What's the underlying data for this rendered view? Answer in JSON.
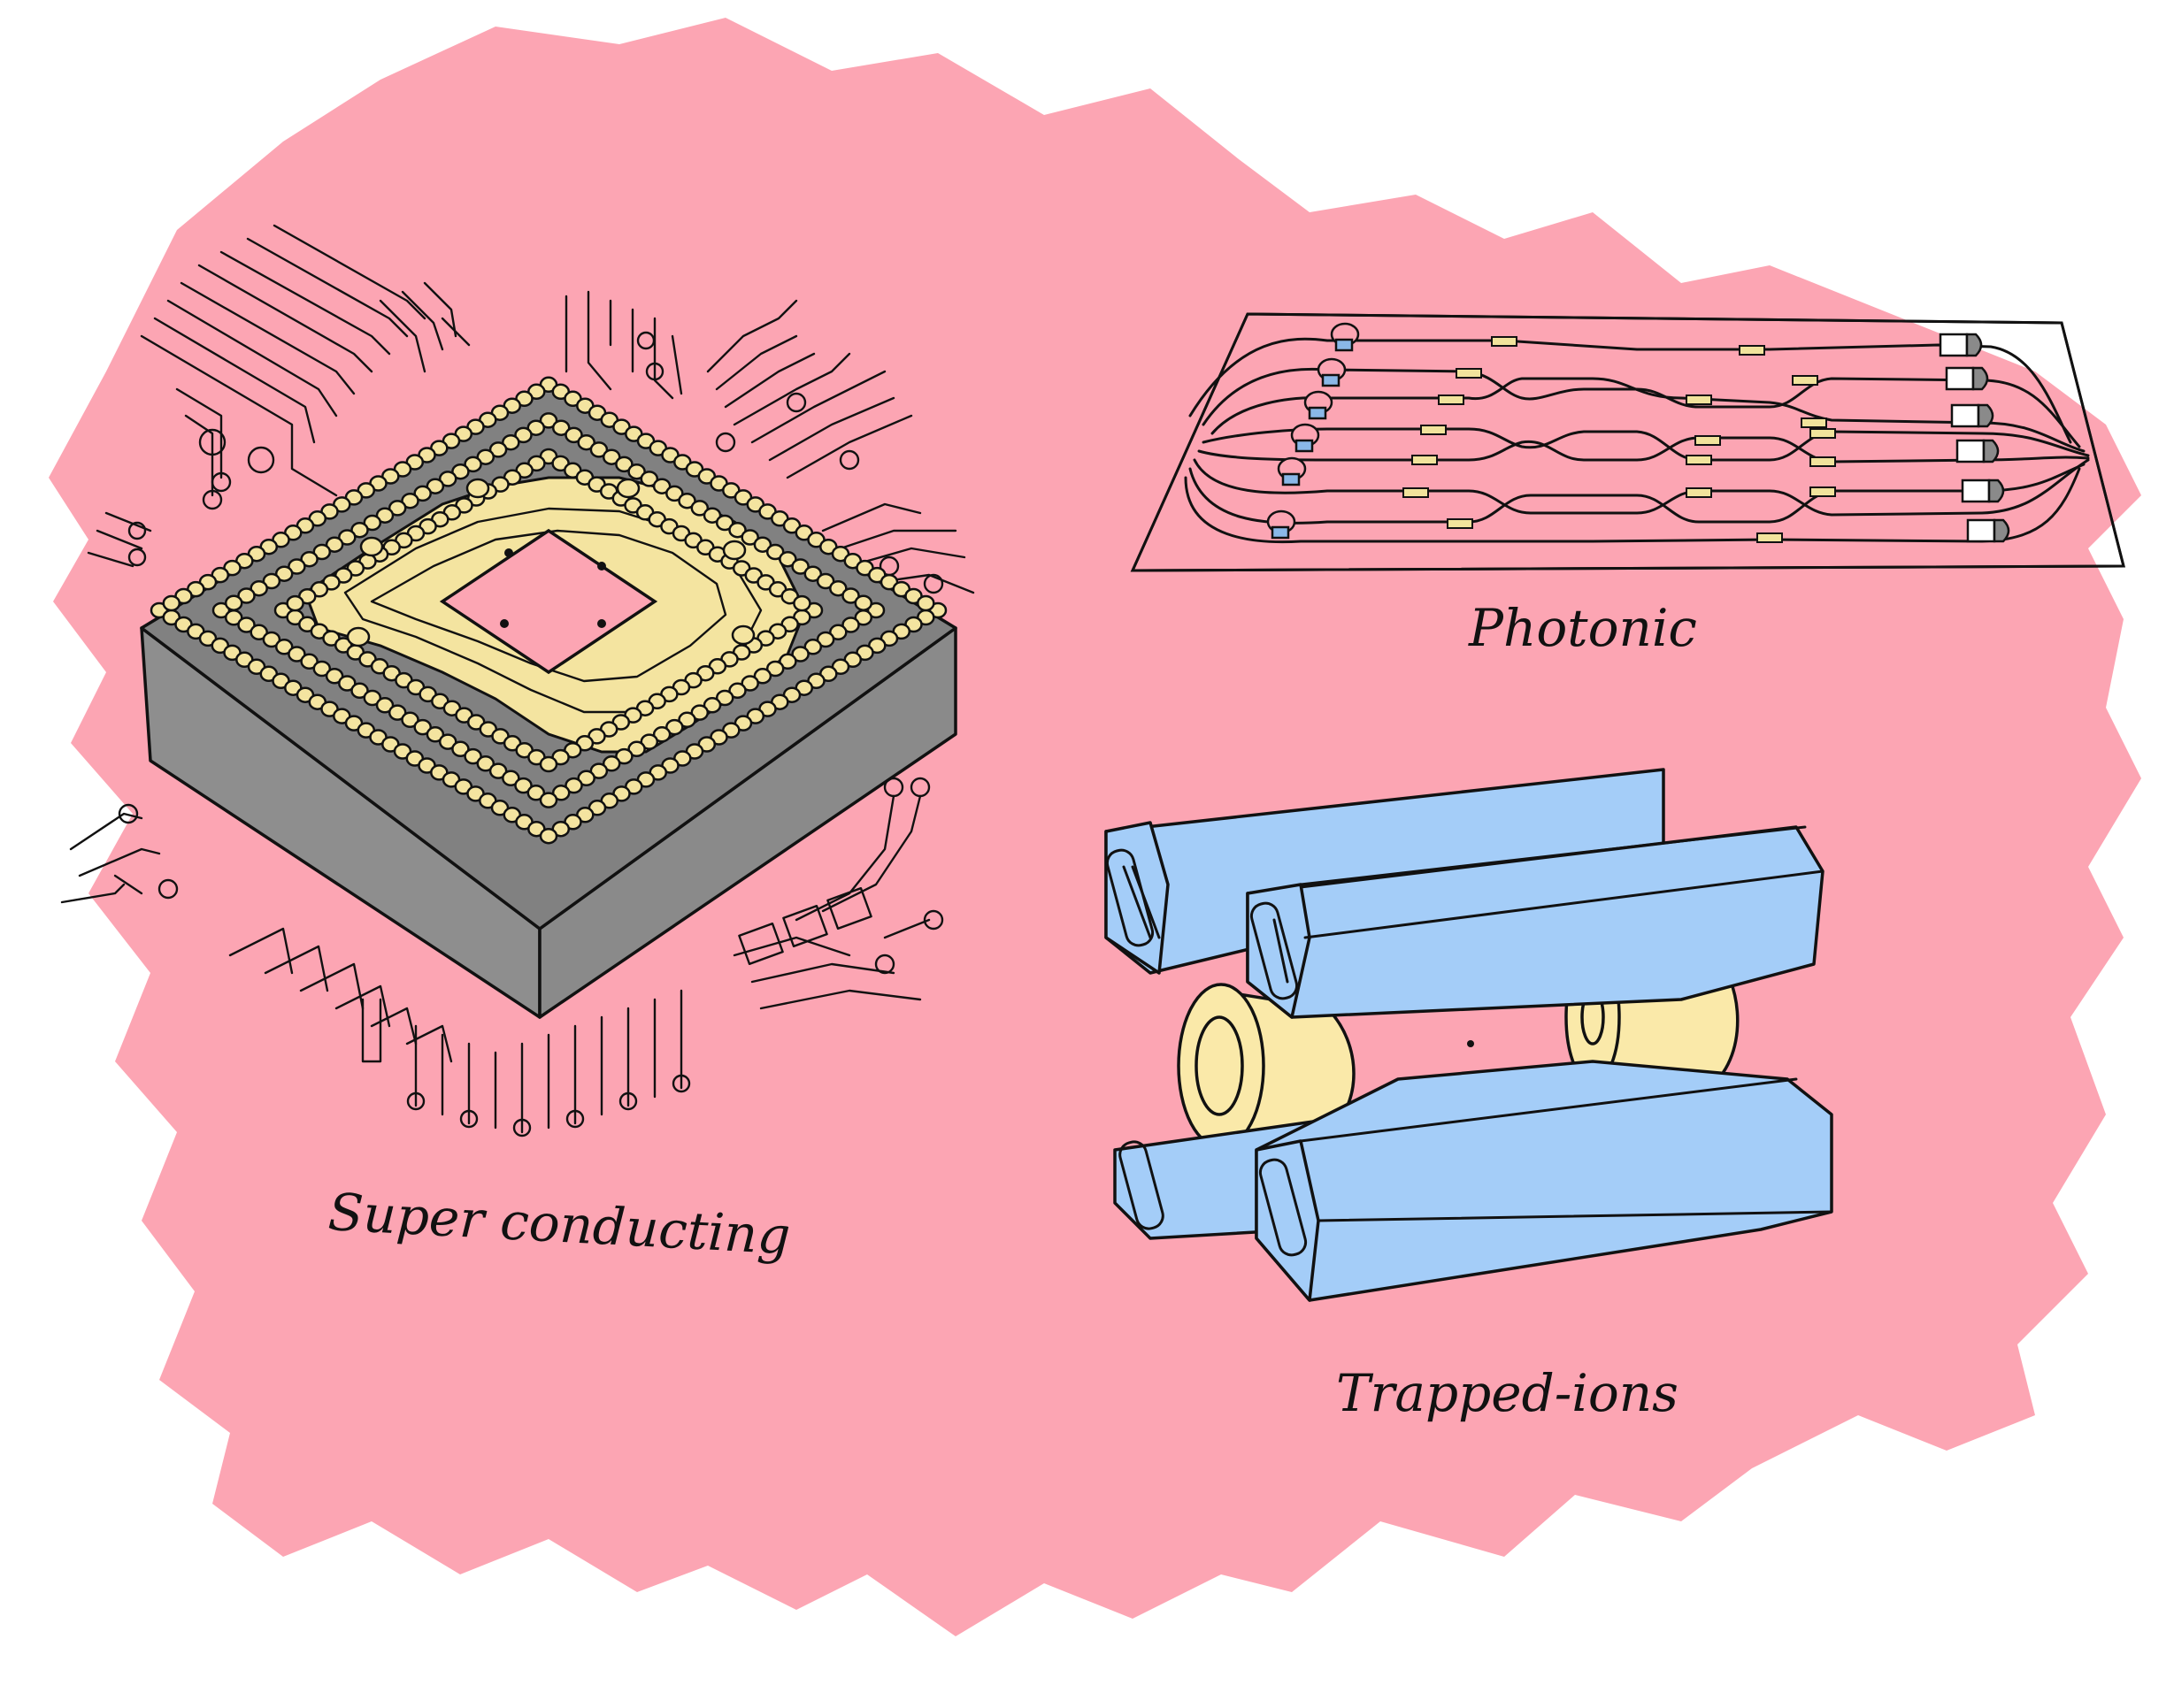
{
  "labels": {
    "superconducting": "Super conducting",
    "photonic": "Photonic",
    "trapped_ions": "Trapped-ions"
  },
  "colors": {
    "background": "#ffffff",
    "highlight": "#fca5b3",
    "chip_body": "#909090",
    "chip_top": "#808080",
    "chip_side": "#8a8a8a",
    "gold": "#f4e4a0",
    "chip_pink": "#fca5b3",
    "electrode_blue": "#a4cdf8",
    "cylinder_yellow": "#fae9a9",
    "photonic_blue": "#8ab8e8",
    "photonic_yellow": "#f1e39c"
  }
}
